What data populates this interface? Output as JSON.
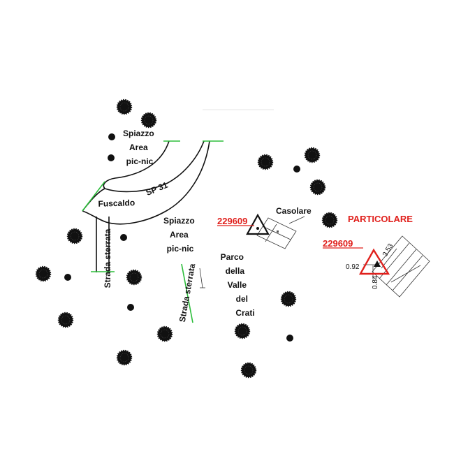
{
  "labels": {
    "spiazzo_1": [
      "Spiazzo",
      "Area",
      "pic-nic"
    ],
    "spiazzo_2": [
      "Spiazzo",
      "Area",
      "pic-nic"
    ],
    "sp31": "SP 31",
    "fuscaldo": "Fuscaldo",
    "strada_1": "Strada sterrata",
    "strada_2": "Strada sterrata",
    "parco": [
      "Parco",
      "della",
      "Valle",
      "del",
      "Crati"
    ],
    "casolare": "Casolare",
    "particolare": "PARTICOLARE",
    "point_id_1": "229609",
    "point_id_2": "229609",
    "dim_a": "0.92",
    "dim_b": "3.53",
    "dim_c": "0.84"
  },
  "colors": {
    "red": "#e0201c",
    "green": "#2bbd3a",
    "ink": "#111111"
  }
}
